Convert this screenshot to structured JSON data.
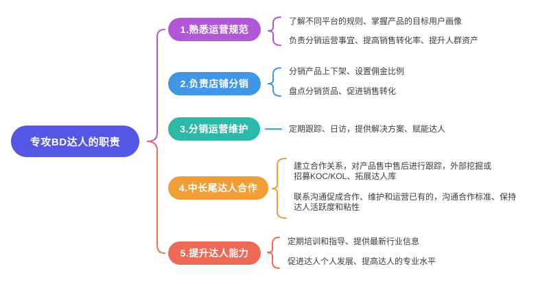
{
  "root": {
    "label": "专攻BD达人的职责",
    "color": "#5457e6",
    "text_color": "#ffffff"
  },
  "root_brace": {
    "top_color": "#b158d6",
    "bottom_color": "#ee6a57"
  },
  "leaf_text_color": "#3c3c3c",
  "background_color": "#ffffff",
  "branches": [
    {
      "label": "1.熟悉运营规范",
      "color": "#b158d6",
      "connector": "brace",
      "children": [
        "了解不同平台的规则、掌握产品的目标用户画像",
        "负责分销运营事宜、提高销售转化率、提升人群资产"
      ]
    },
    {
      "label": "2.负责店铺分销",
      "color": "#4097e8",
      "connector": "brace",
      "children": [
        "分销产品上下架、设置佣金比例",
        "盘点分销货品、促进销售转化"
      ]
    },
    {
      "label": "3.分销运营维护",
      "color": "#2db9a7",
      "connector": "dash",
      "children": [
        "定期跟踪、日访，提供解决方案、赋能达人"
      ]
    },
    {
      "label": "4.中长尾达人合作",
      "color": "#f09e35",
      "connector": "brace",
      "children": [
        "建立合作关系，对产品售中售后进行跟踪，外部挖掘或招募KOC/KOL、拓展达人库",
        "联系沟通促成合作、维护和运营已有的，沟通合作标准、保持达人活跃度和粘性"
      ]
    },
    {
      "label": "5.提升达人能力",
      "color": "#ee6a57",
      "connector": "brace",
      "children": [
        "定期培训和指导、提供最新行业信息",
        "促进达人个人发展、提高达人的专业水平"
      ]
    }
  ]
}
